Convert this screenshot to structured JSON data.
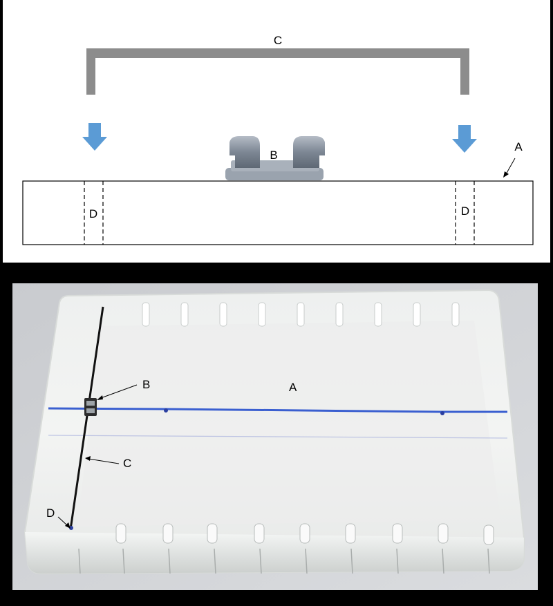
{
  "schematic": {
    "labels": {
      "clip": "C",
      "bracket": "B",
      "plate": "A",
      "hole_left": "D",
      "hole_right": "D"
    },
    "colors": {
      "clip": "#8c8c8c",
      "arrow": "#5b9bd5",
      "outline": "#000000"
    }
  },
  "photo": {
    "labels": {
      "bracket": "B",
      "plate": "A",
      "wire": "C",
      "hole": "D"
    },
    "colors": {
      "blue_line": "#3a5fd0",
      "wire": "#111111"
    }
  }
}
